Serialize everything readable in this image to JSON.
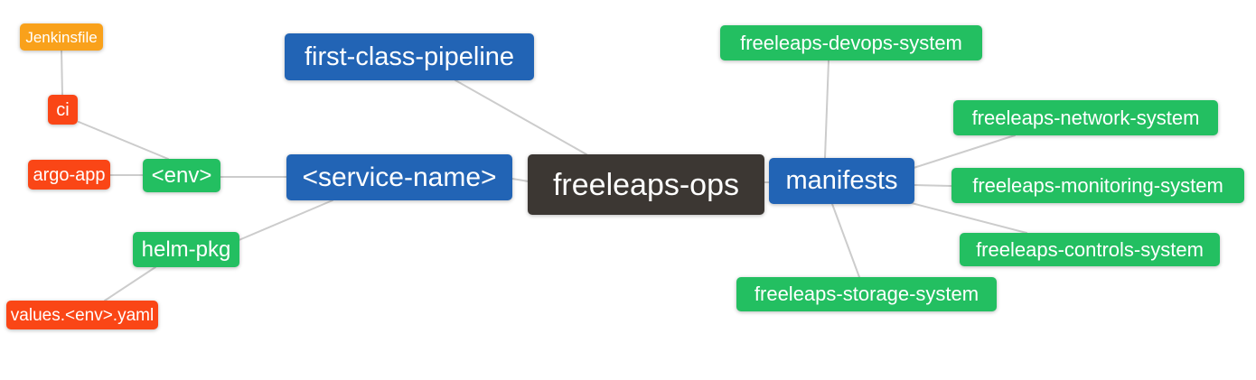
{
  "palette": {
    "background": "#ffffff",
    "edge": "#cccccc",
    "text": "#ffffff",
    "orange": "#f9a11b",
    "red": "#fa4616",
    "green": "#23bf61",
    "blue": "#2264b5",
    "dark": "#3c3733"
  },
  "nodes": {
    "jenkinsfile": {
      "label": "Jenkinsfile",
      "color": "orange"
    },
    "ci": {
      "label": "ci",
      "color": "red"
    },
    "argo_app": {
      "label": "argo-app",
      "color": "red"
    },
    "env": {
      "label": "<env>",
      "color": "green"
    },
    "helm_pkg": {
      "label": "helm-pkg",
      "color": "green"
    },
    "values_env_yaml": {
      "label": "values.<env>.yaml",
      "color": "red"
    },
    "first_class_pipeline": {
      "label": "first-class-pipeline",
      "color": "blue"
    },
    "service_name": {
      "label": "<service-name>",
      "color": "blue"
    },
    "freeleaps_ops": {
      "label": "freeleaps-ops",
      "color": "dark"
    },
    "manifests": {
      "label": "manifests",
      "color": "blue"
    },
    "devops_system": {
      "label": "freeleaps-devops-system",
      "color": "green"
    },
    "network_system": {
      "label": "freeleaps-network-system",
      "color": "green"
    },
    "monitoring_system": {
      "label": "freeleaps-monitoring-system",
      "color": "green"
    },
    "controls_system": {
      "label": "freeleaps-controls-system",
      "color": "green"
    },
    "storage_system": {
      "label": "freeleaps-storage-system",
      "color": "green"
    }
  },
  "edges": [
    {
      "from": "jenkinsfile",
      "to": "ci"
    },
    {
      "from": "ci",
      "to": "env"
    },
    {
      "from": "argo_app",
      "to": "env"
    },
    {
      "from": "env",
      "to": "service_name"
    },
    {
      "from": "helm_pkg",
      "to": "service_name"
    },
    {
      "from": "values_env_yaml",
      "to": "helm_pkg"
    },
    {
      "from": "first_class_pipeline",
      "to": "freeleaps_ops"
    },
    {
      "from": "service_name",
      "to": "freeleaps_ops"
    },
    {
      "from": "freeleaps_ops",
      "to": "manifests"
    },
    {
      "from": "manifests",
      "to": "devops_system"
    },
    {
      "from": "manifests",
      "to": "network_system"
    },
    {
      "from": "manifests",
      "to": "monitoring_system"
    },
    {
      "from": "manifests",
      "to": "controls_system"
    },
    {
      "from": "manifests",
      "to": "storage_system"
    }
  ]
}
